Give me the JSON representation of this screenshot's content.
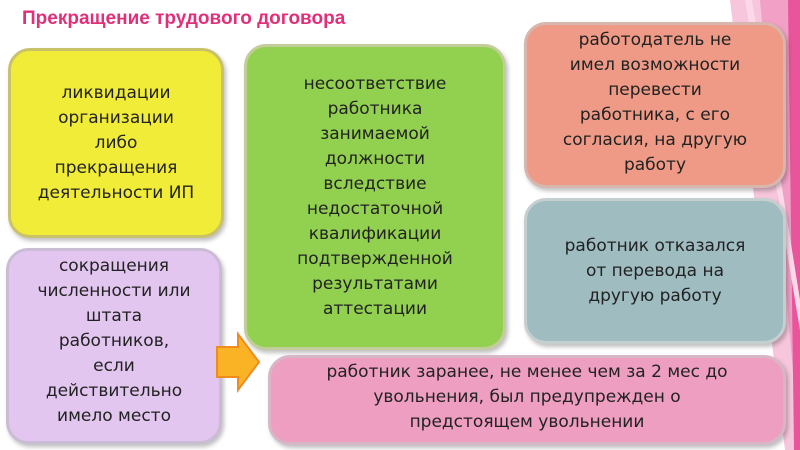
{
  "title": "Прекращение трудового договора",
  "colors": {
    "title": "#e0307a",
    "yellow": "#f1ec38",
    "green": "#92d050",
    "salmon": "#ee9a86",
    "teal": "#9fbcc0",
    "lavender": "#e2c6ef",
    "pink": "#ee9ec0",
    "arrow": "#f9b324"
  },
  "boxes": {
    "liquidation": [
      "ликвидации",
      "организации",
      "либо",
      "прекращения",
      "деятельности ИП"
    ],
    "mismatch": [
      "несоответствие",
      "работника",
      "занимаемой",
      "должности",
      "вследствие",
      "недостаточной",
      "квалификации",
      "подтвержденной",
      "результатами",
      "аттестации"
    ],
    "no_transfer": [
      "работодатель не",
      "имел возможности",
      "перевести",
      "работника, с его",
      "согласия, на другую",
      "работу"
    ],
    "refused": [
      "работник отказался",
      "от перевода на",
      "другую работу"
    ],
    "reduction": [
      "сокращения",
      "численности или",
      "штата",
      "работников,",
      "если",
      "действительно",
      "имело место"
    ],
    "warned": [
      "работник заранее, не менее чем за 2 мес до",
      "увольнения, был предупрежден о",
      "предстоящем увольнении"
    ]
  }
}
